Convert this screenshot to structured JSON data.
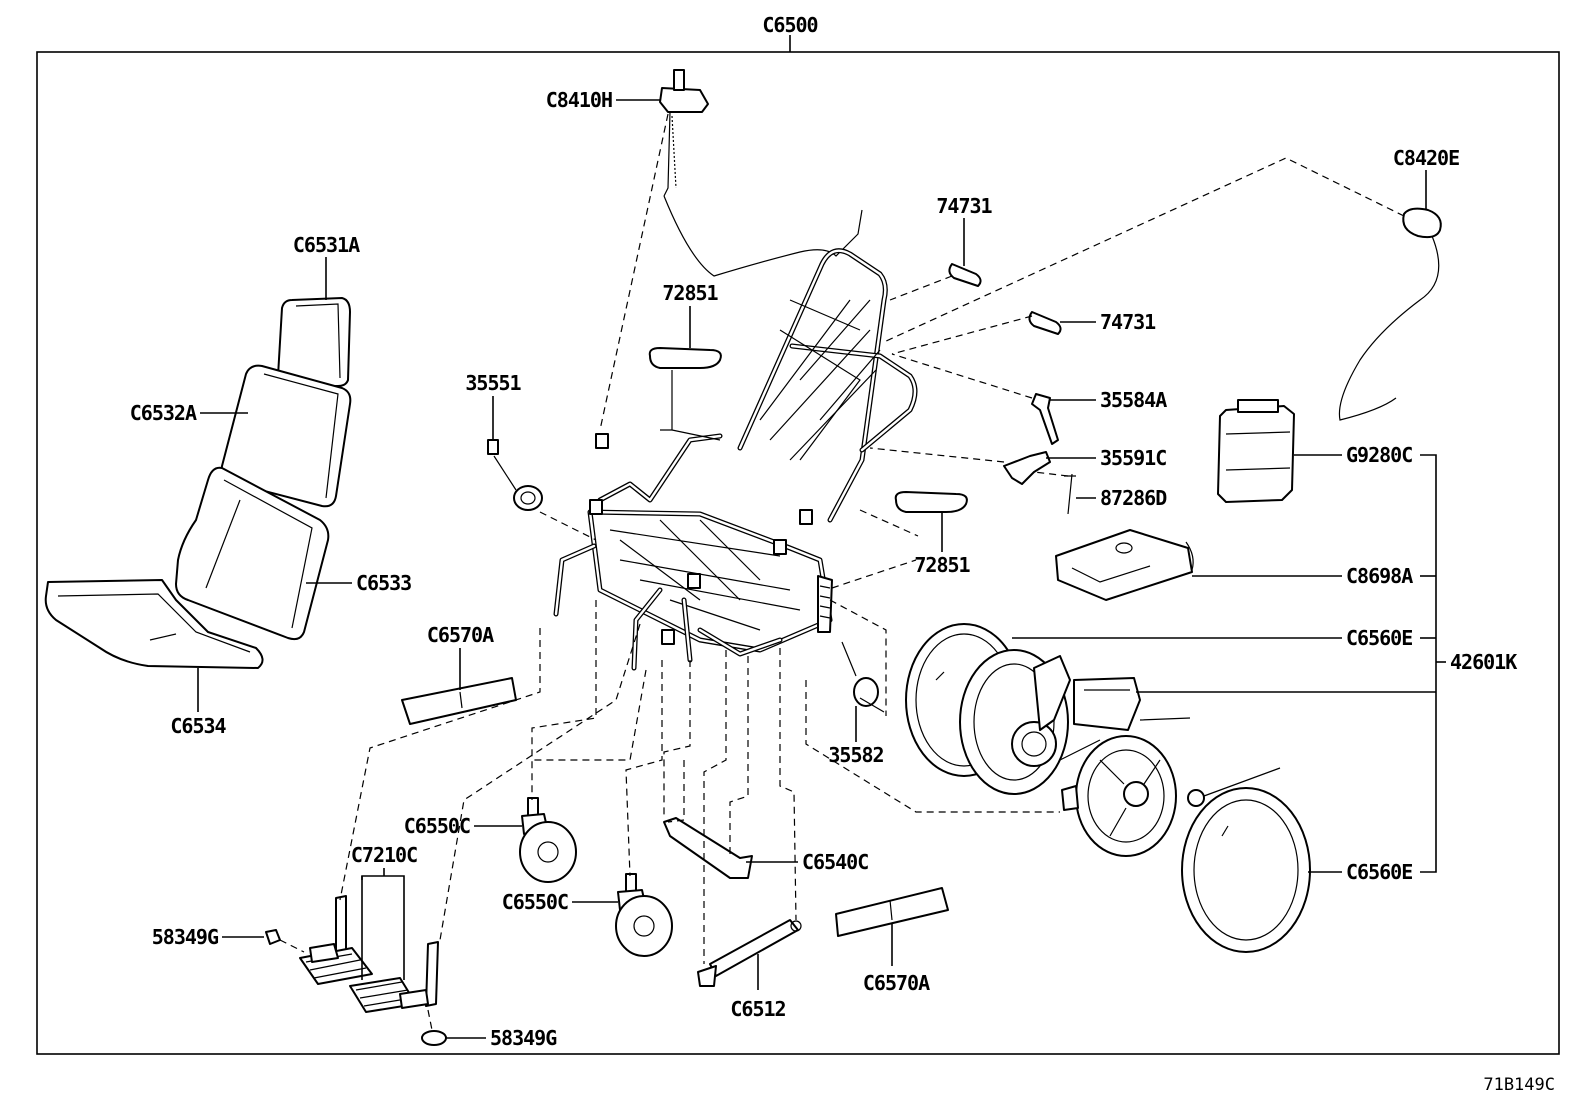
{
  "diagram": {
    "assembly_label": "C6500",
    "figure_code": "71B149C",
    "labels": {
      "c8410h": "C8410H",
      "c8420e": "C8420E",
      "c6531a": "C6531A",
      "c6532a": "C6532A",
      "c6533": "C6533",
      "c6534": "C6534",
      "p74731_top": "74731",
      "p74731_right": "74731",
      "p72851_top": "72851",
      "p72851_bottom": "72851",
      "p35551": "35551",
      "p35584a": "35584A",
      "p35591c": "35591C",
      "p87286d": "87286D",
      "g9280c": "G9280C",
      "c8698a": "C8698A",
      "c6560e_top": "C6560E",
      "c6560e_bottom": "C6560E",
      "p42601k": "42601K",
      "c6570a_left": "C6570A",
      "c6570a_bottom": "C6570A",
      "p35582": "35582",
      "c6550c_top": "C6550C",
      "c6550c_bottom": "C6550C",
      "c7210c": "C7210C",
      "c6540c": "C6540C",
      "c6512": "C6512",
      "p58349g_top": "58349G",
      "p58349g_bottom": "58349G"
    }
  }
}
